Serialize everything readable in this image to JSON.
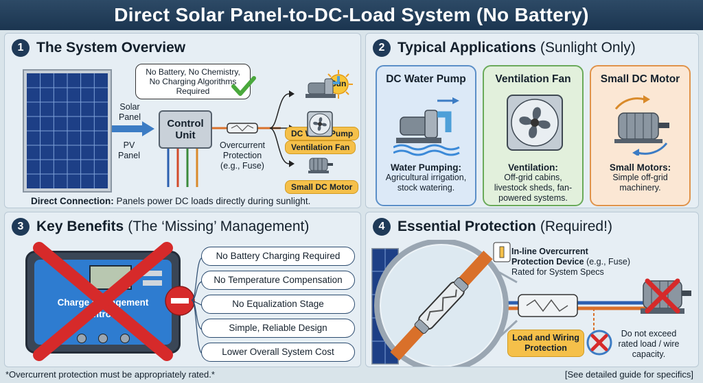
{
  "title": "Direct Solar Panel-to-DC-Load System (No Battery)",
  "s1": {
    "num": "1",
    "heading": "The System Overview",
    "bubble": "No Battery, No Chemistry, No Charging Algorithms Required",
    "sun": "Sun",
    "solar_label": "Solar Panel",
    "pv_label": "PV Panel",
    "control": "Control Unit",
    "protection": "Overcurrent Protection (e.g., Fuse)",
    "loads": [
      "DC Water Pump",
      "Ventilation Fan",
      "Small DC Motor"
    ],
    "note_bold": "Direct Connection:",
    "note_rest": " Panels power DC loads directly during sunlight."
  },
  "s2": {
    "num": "2",
    "heading": "Typical Applications",
    "heading_sub": "(Sunlight Only)",
    "cards": [
      {
        "title": "DC Water Pump",
        "bold": "Water Pumping:",
        "text": "Agricultural irrigation, stock watering.",
        "color": "#5b8fc8",
        "bg": "#dce9f7"
      },
      {
        "title": "Ventilation Fan",
        "bold": "Ventilation:",
        "text": "Off-grid cabins, livestock sheds, fan-powered systems.",
        "color": "#6aaa5a",
        "bg": "#e2f0dc"
      },
      {
        "title": "Small DC Motor",
        "bold": "Small Motors:",
        "text": "Simple off-grid machinery.",
        "color": "#e0934a",
        "bg": "#fbe7d4"
      }
    ]
  },
  "s3": {
    "num": "3",
    "heading": "Key Benefits",
    "heading_sub": "(The ‘Missing’ Management)",
    "controller_text": "Charge Management Controller",
    "benefits": [
      "No Battery Charging Required",
      "No Temperature Compensation",
      "No Equalization Stage",
      "Simple, Reliable Design",
      "Lower Overall System Cost"
    ]
  },
  "s4": {
    "num": "4",
    "heading": "Essential Protection",
    "heading_sub": "(Required!)",
    "device_title": "In-line Overcurrent",
    "device_title2": "Protection Device",
    "device_eg": " (e.g., Fuse)",
    "device_rated": "Rated for System Specs",
    "load_tag": "Load and Wiring Protection",
    "warn": "Do not exceed rated load / wire capacity."
  },
  "footer": {
    "left": "*Overcurrent protection must be appropriately rated.*",
    "right": "[See detailed guide for specifics]"
  }
}
